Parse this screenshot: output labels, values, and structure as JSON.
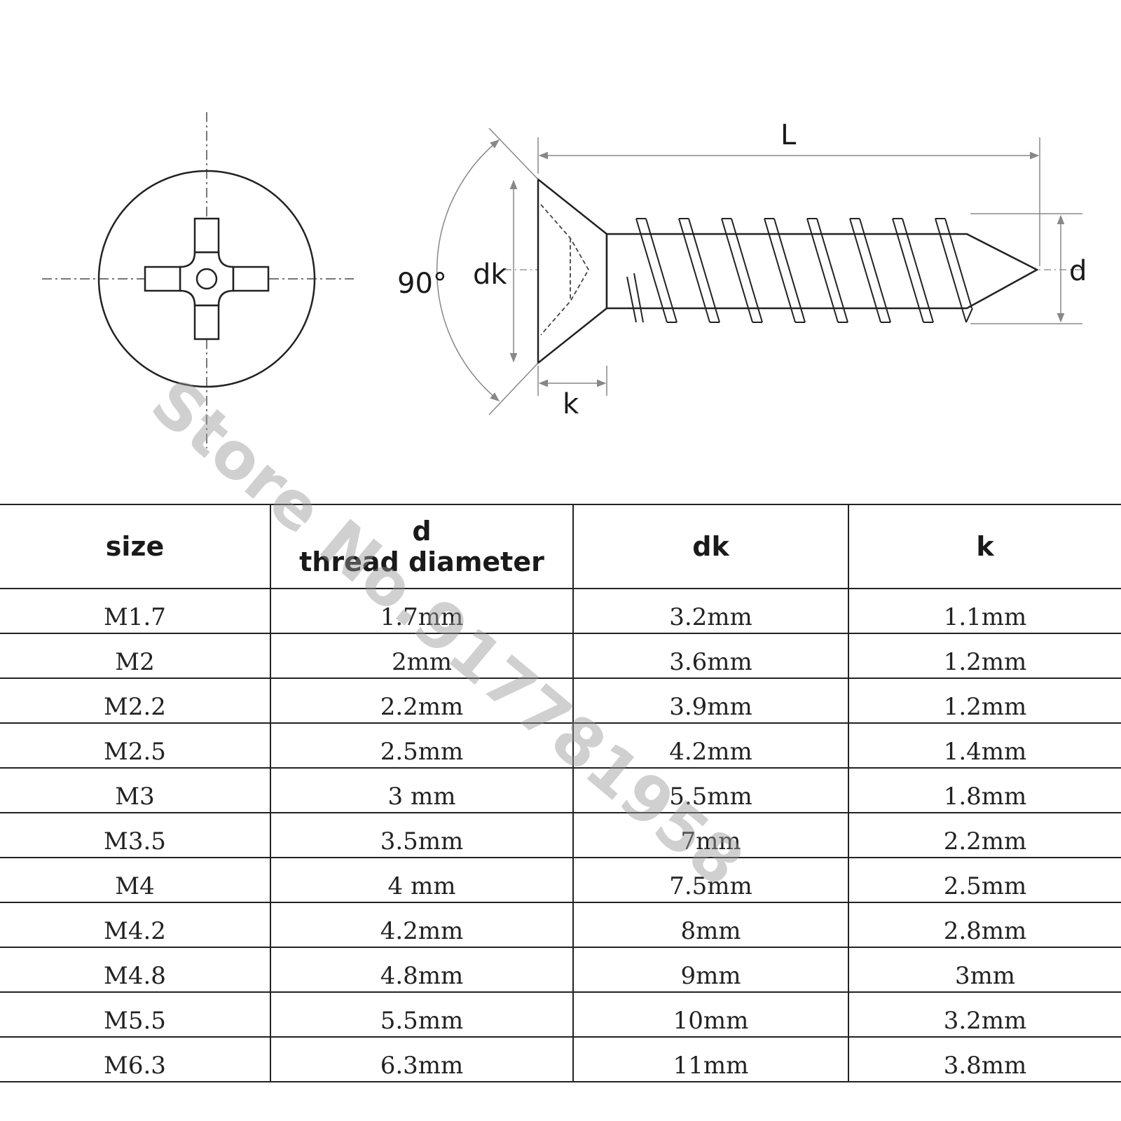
{
  "diagram": {
    "labels": {
      "length": "L",
      "head_diameter": "dk",
      "angle": "90°",
      "thread_diameter": "d",
      "head_height": "k"
    }
  },
  "watermark": "Store No.917781958",
  "table": {
    "headers": {
      "size": "size",
      "d_symbol": "d",
      "d_desc": "thread diameter",
      "dk": "dk",
      "k": "k"
    },
    "rows": [
      {
        "size": "M1.7",
        "d": "1.7mm",
        "dk": "3.2mm",
        "k": "1.1mm"
      },
      {
        "size": "M2",
        "d": "2mm",
        "dk": "3.6mm",
        "k": "1.2mm"
      },
      {
        "size": "M2.2",
        "d": "2.2mm",
        "dk": "3.9mm",
        "k": "1.2mm"
      },
      {
        "size": "M2.5",
        "d": "2.5mm",
        "dk": "4.2mm",
        "k": "1.4mm"
      },
      {
        "size": "M3",
        "d": "3 mm",
        "dk": "5.5mm",
        "k": "1.8mm"
      },
      {
        "size": "M3.5",
        "d": "3.5mm",
        "dk": "7mm",
        "k": "2.2mm"
      },
      {
        "size": "M4",
        "d": "4 mm",
        "dk": "7.5mm",
        "k": "2.5mm"
      },
      {
        "size": "M4.2",
        "d": "4.2mm",
        "dk": "8mm",
        "k": "2.8mm"
      },
      {
        "size": "M4.8",
        "d": "4.8mm",
        "dk": "9mm",
        "k": "3mm"
      },
      {
        "size": "M5.5",
        "d": "5.5mm",
        "dk": "10mm",
        "k": "3.2mm"
      },
      {
        "size": "M6.3",
        "d": "6.3mm",
        "dk": "11mm",
        "k": "3.8mm"
      }
    ]
  }
}
